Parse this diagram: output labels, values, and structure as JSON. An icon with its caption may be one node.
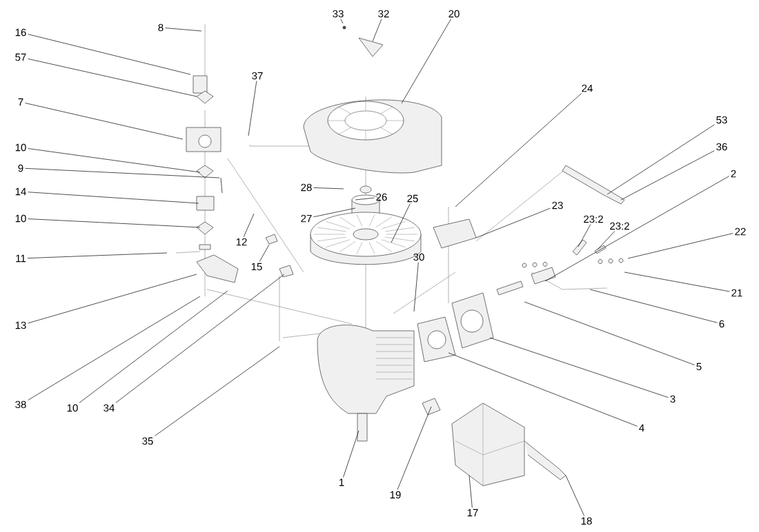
{
  "diagram": {
    "nodes": [
      {
        "text": [
          "33"
        ]
      },
      {
        "text": [
          "32"
        ]
      },
      {
        "text": [
          "20"
        ]
      },
      {
        "text": [
          "8"
        ]
      },
      {
        "text": [
          "16"
        ]
      },
      {
        "text": [
          "57"
        ]
      },
      {
        "text": [
          "37"
        ]
      },
      {
        "text": [
          "24"
        ]
      },
      {
        "text": [
          "7"
        ]
      },
      {
        "text": [
          "53"
        ]
      },
      {
        "text": [
          "36"
        ]
      },
      {
        "text": [
          "10"
        ]
      },
      {
        "text": [
          "9"
        ]
      },
      {
        "text": [
          "2"
        ]
      },
      {
        "text": [
          "28"
        ]
      },
      {
        "text": [
          "14"
        ]
      },
      {
        "text": [
          "26"
        ]
      },
      {
        "text": [
          "25"
        ]
      },
      {
        "text": [
          "23"
        ]
      },
      {
        "text": [
          "10"
        ]
      },
      {
        "text": [
          "27"
        ]
      },
      {
        "text": [
          "23:2"
        ]
      },
      {
        "text": [
          "23:2"
        ]
      },
      {
        "text": [
          "22"
        ]
      },
      {
        "text": [
          "12"
        ]
      },
      {
        "text": [
          "30"
        ]
      },
      {
        "text": [
          "11"
        ]
      },
      {
        "text": [
          "15"
        ]
      },
      {
        "text": [
          "21"
        ]
      },
      {
        "text": [
          "6"
        ]
      },
      {
        "text": [
          "13"
        ]
      },
      {
        "text": [
          "5"
        ]
      },
      {
        "text": [
          "3"
        ]
      },
      {
        "text": [
          "38"
        ]
      },
      {
        "text": [
          "10"
        ]
      },
      {
        "text": [
          "34"
        ]
      },
      {
        "text": [
          "4"
        ]
      },
      {
        "text": [
          "35"
        ]
      },
      {
        "text": [
          "1"
        ]
      },
      {
        "text": [
          "19"
        ]
      },
      {
        "text": [
          "17"
        ]
      },
      {
        "text": [
          "18"
        ]
      }
    ],
    "edges": [
      {
        "from": 0,
        "to": null,
        "arrow": "none"
      },
      {
        "from": 1,
        "to": null,
        "arrow": "none"
      },
      {
        "from": 2,
        "to": null,
        "arrow": "none"
      },
      {
        "from": 3,
        "to": null,
        "arrow": "none"
      },
      {
        "from": 4,
        "to": null,
        "arrow": "none"
      },
      {
        "from": 5,
        "to": null,
        "arrow": "none"
      },
      {
        "from": 6,
        "to": null,
        "arrow": "none"
      },
      {
        "from": 7,
        "to": null,
        "arrow": "none"
      },
      {
        "from": 8,
        "to": null,
        "arrow": "none"
      },
      {
        "from": 9,
        "to": null,
        "arrow": "none"
      },
      {
        "from": 10,
        "to": null,
        "arrow": "none"
      },
      {
        "from": 11,
        "to": null,
        "arrow": "none"
      },
      {
        "from": 12,
        "to": null,
        "arrow": "none"
      },
      {
        "from": 13,
        "to": null,
        "arrow": "none"
      },
      {
        "from": 14,
        "to": null,
        "arrow": "none"
      },
      {
        "from": 15,
        "to": null,
        "arrow": "none"
      },
      {
        "from": 16,
        "to": null,
        "arrow": "none"
      },
      {
        "from": 17,
        "to": null,
        "arrow": "none"
      },
      {
        "from": 18,
        "to": null,
        "arrow": "none"
      },
      {
        "from": 19,
        "to": null,
        "arrow": "none"
      },
      {
        "from": 20,
        "to": null,
        "arrow": "none"
      },
      {
        "from": 21,
        "to": null,
        "arrow": "none"
      },
      {
        "from": 22,
        "to": null,
        "arrow": "none"
      },
      {
        "from": 23,
        "to": null,
        "arrow": "none"
      },
      {
        "from": 24,
        "to": null,
        "arrow": "none"
      },
      {
        "from": 25,
        "to": null,
        "arrow": "none"
      },
      {
        "from": 26,
        "to": null,
        "arrow": "none"
      },
      {
        "from": 27,
        "to": null,
        "arrow": "none"
      },
      {
        "from": 28,
        "to": null,
        "arrow": "none"
      },
      {
        "from": 29,
        "to": null,
        "arrow": "none"
      },
      {
        "from": 30,
        "to": null,
        "arrow": "none"
      },
      {
        "from": 31,
        "to": null,
        "arrow": "none"
      },
      {
        "from": 32,
        "to": null,
        "arrow": "none"
      },
      {
        "from": 33,
        "to": null,
        "arrow": "none"
      },
      {
        "from": 34,
        "to": null,
        "arrow": "none"
      },
      {
        "from": 35,
        "to": null,
        "arrow": "none"
      },
      {
        "from": 36,
        "to": null,
        "arrow": "none"
      },
      {
        "from": 37,
        "to": null,
        "arrow": "none"
      },
      {
        "from": 38,
        "to": null,
        "arrow": "none"
      },
      {
        "from": 39,
        "to": null,
        "arrow": "none"
      },
      {
        "from": 40,
        "to": null,
        "arrow": "none"
      },
      {
        "from": 41,
        "to": null,
        "arrow": "none"
      }
    ]
  }
}
